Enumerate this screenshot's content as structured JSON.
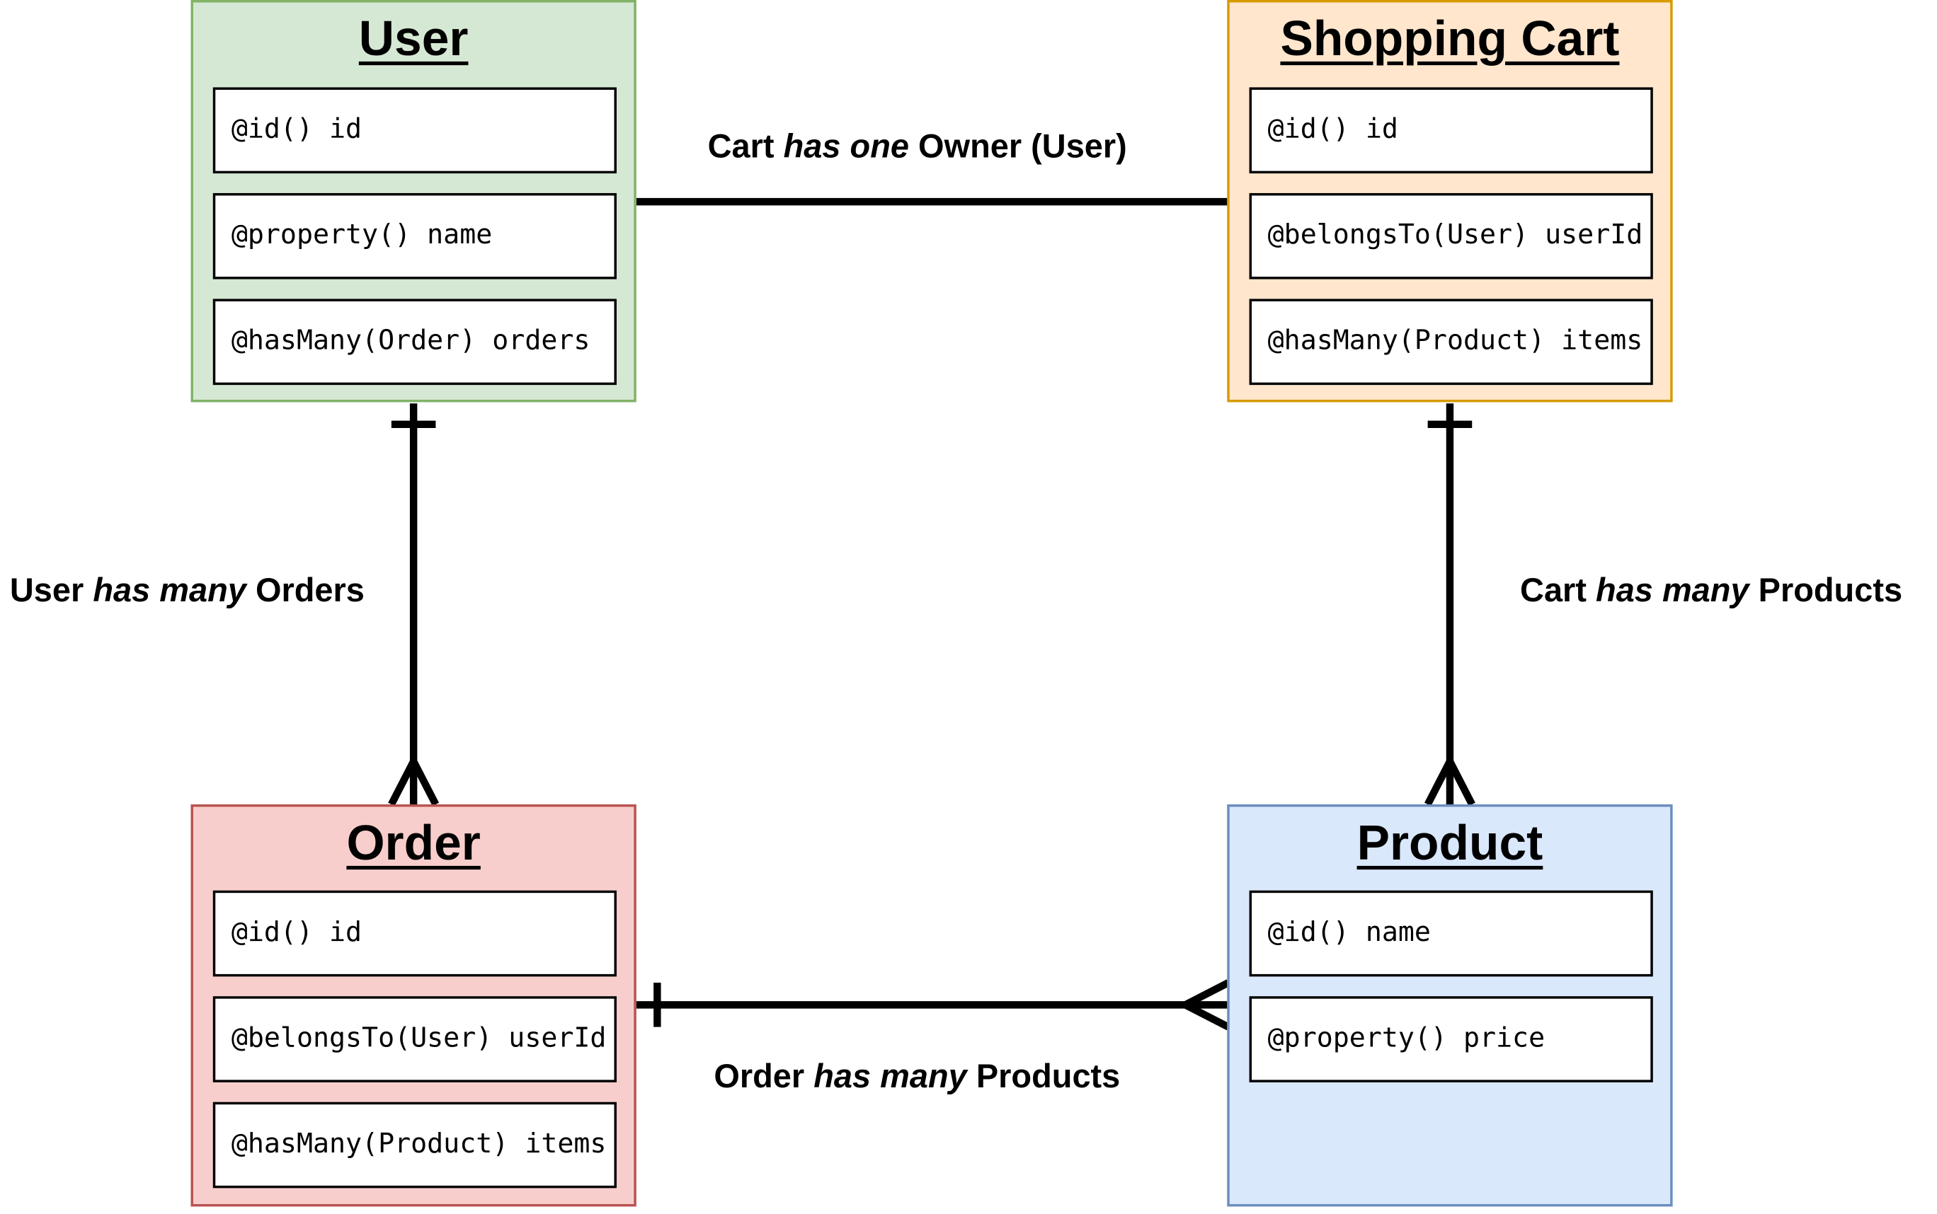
{
  "entities": {
    "user": {
      "title": "User",
      "fill": "#d5e8d4",
      "stroke": "#82b366",
      "fields": [
        "@id() id",
        "@property() name",
        "@hasMany(Order) orders"
      ]
    },
    "cart": {
      "title": "Shopping Cart",
      "fill": "#ffe6cc",
      "stroke": "#d79b00",
      "fields": [
        "@id() id",
        "@belongsTo(User) userId",
        "@hasMany(Product) items"
      ]
    },
    "order": {
      "title": "Order",
      "fill": "#f8cecc",
      "stroke": "#b85450",
      "fields": [
        "@id() id",
        "@belongsTo(User) userId",
        "@hasMany(Product) items"
      ]
    },
    "product": {
      "title": "Product",
      "fill": "#dae8fc",
      "stroke": "#6c8ebf",
      "fields": [
        "@id() name",
        "@property() price"
      ]
    }
  },
  "relations": {
    "cart_user": {
      "pre": "Cart",
      "em": "has one",
      "post": "Owner (User)"
    },
    "user_orders": {
      "pre": "User",
      "em": "has many",
      "post": "Orders"
    },
    "cart_products": {
      "pre": "Cart",
      "em": "has many",
      "post": "Products"
    },
    "order_products": {
      "pre": "Order",
      "em": "has many",
      "post": "Products"
    }
  }
}
